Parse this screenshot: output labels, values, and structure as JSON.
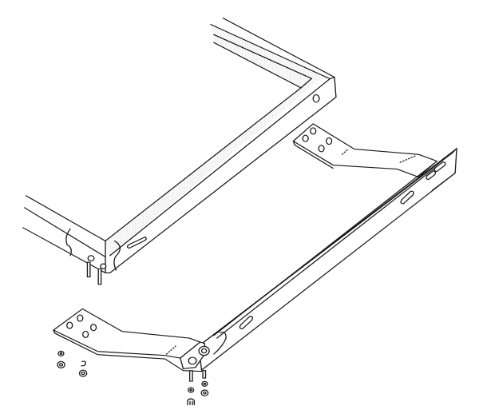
{
  "drawing": {
    "ink_color": "#1a1a1a",
    "background_color": "#ffffff",
    "parts": [
      "seat-frame",
      "mounting-rail",
      "bracket-rear",
      "bracket-front",
      "nuts",
      "washers",
      "studs"
    ]
  }
}
